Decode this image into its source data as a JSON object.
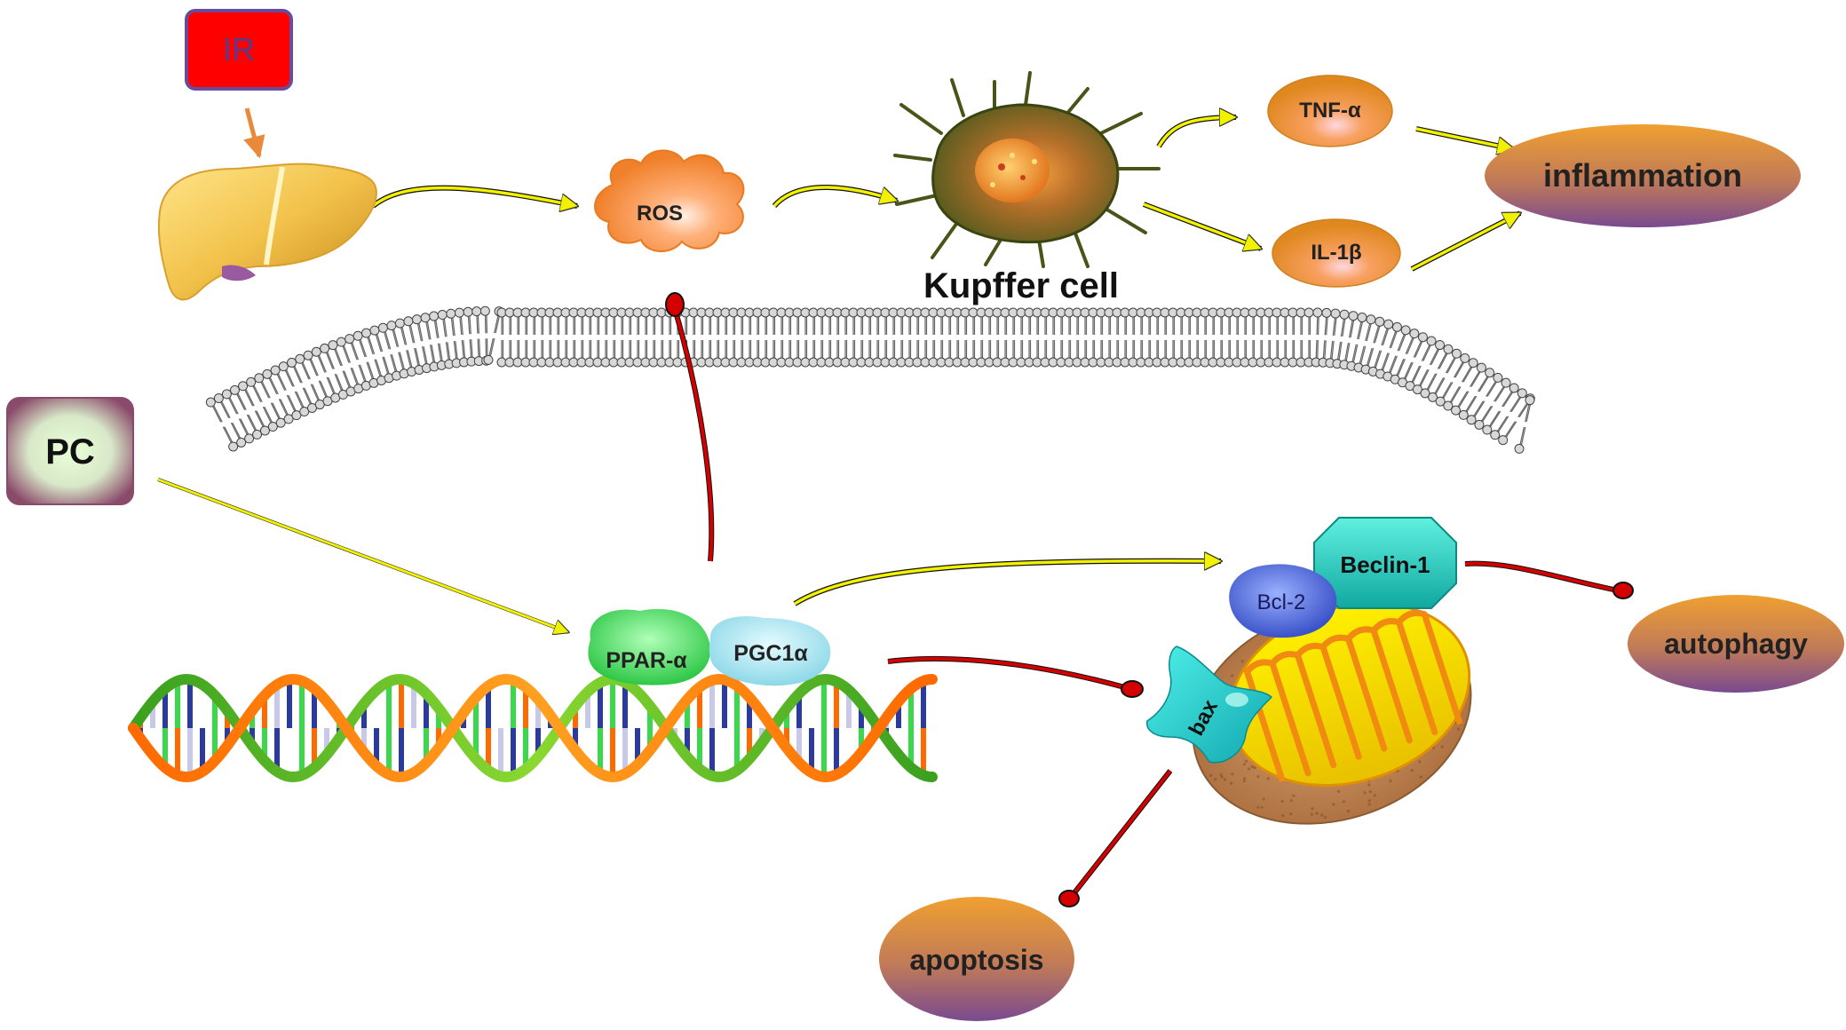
{
  "labels": {
    "ir": "IR",
    "pc": "PC",
    "ros": "ROS",
    "kupffer": "Kupffer cell",
    "tnf": "TNF-α",
    "il1b": "IL-1β",
    "inflammation": "inflammation",
    "ppar": "PPAR-α",
    "pgc": "PGC1α",
    "beclin": "Beclin-1",
    "bcl2": "Bcl-2",
    "bax": "bax",
    "autophagy": "autophagy",
    "apoptosis": "apoptosis"
  },
  "colors": {
    "activation_arrow": "#f2f200",
    "inhibition": "#d40000",
    "ir_box": "#ff0000",
    "process_node_top": "#f0a030",
    "process_node_bottom": "#7a4a90"
  }
}
